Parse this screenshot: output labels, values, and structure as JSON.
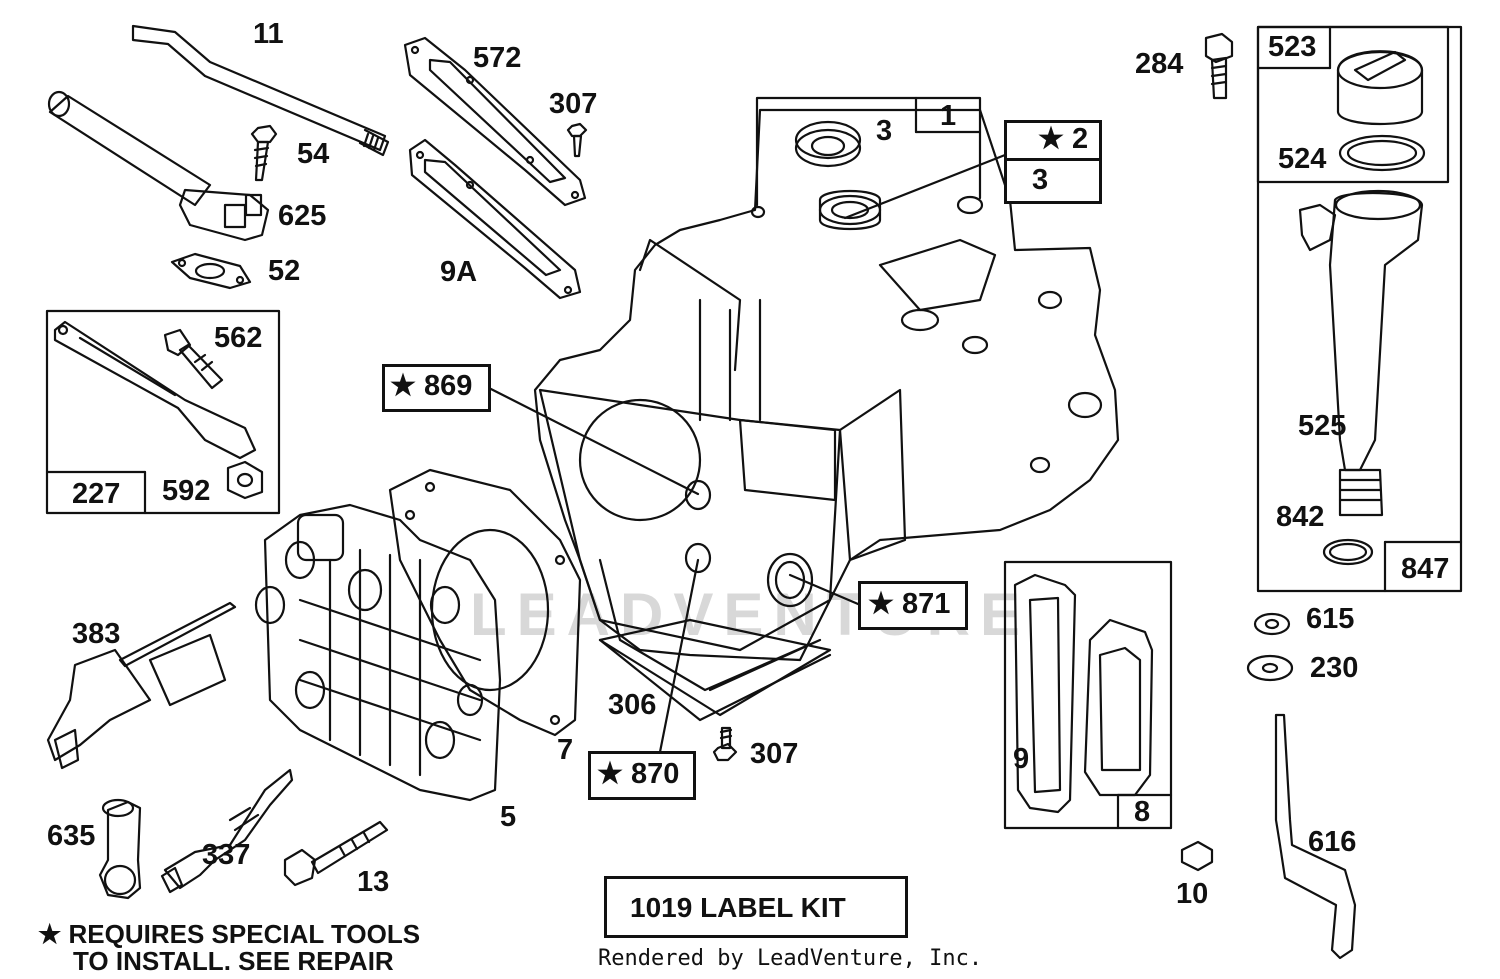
{
  "labels": {
    "p11": "11",
    "p54": "54",
    "p625": "625",
    "p52": "52",
    "p572": "572",
    "p307a": "307",
    "p9A": "9A",
    "p284": "284",
    "p523": "523",
    "p524": "524",
    "p525": "525",
    "p842": "842",
    "p847": "847",
    "p1": "1",
    "p2": "★ 2",
    "p3a": "3",
    "p3b": "3",
    "p869": "★ 869",
    "p871": "★ 871",
    "p870": "★ 870",
    "p562": "562",
    "p227": "227",
    "p592": "592",
    "p383": "383",
    "p635": "635",
    "p337": "337",
    "p13": "13",
    "p5": "5",
    "p7": "7",
    "p306": "306",
    "p307b": "307",
    "p9": "9",
    "p8": "8",
    "p10": "10",
    "p615": "615",
    "p230": "230",
    "p616": "616"
  },
  "label_kit": "1019 LABEL KIT",
  "footnote": {
    "line1": "★ REQUIRES SPECIAL TOOLS",
    "line2": "TO INSTALL.  SEE REPAIR"
  },
  "rendered_by": "Rendered by LeadVenture, Inc.",
  "watermark": "LEADVENTURE"
}
